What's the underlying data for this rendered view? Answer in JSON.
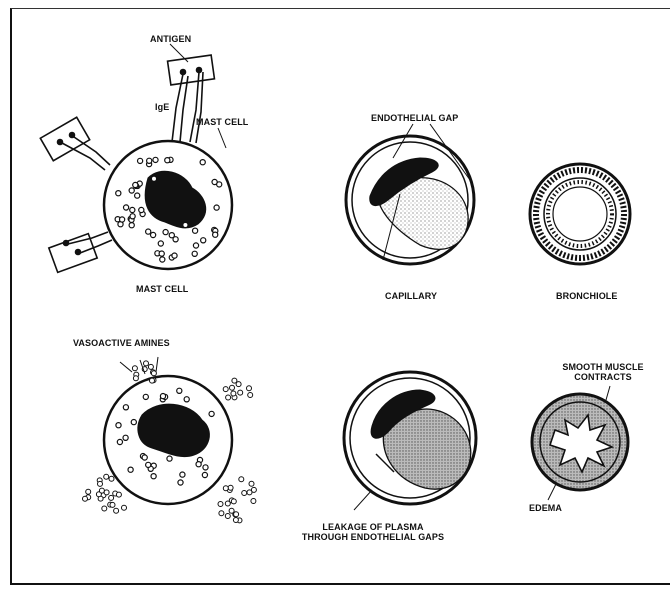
{
  "labels": {
    "antigen": "ANTIGEN",
    "ige": "IgE",
    "mast_cell_top": "MAST CELL",
    "mast_cell_caption": "MAST CELL",
    "endothelial_gap": "ENDOTHELIAL GAP",
    "capillary": "CAPILLARY",
    "bronchiole": "BRONCHIOLE",
    "vasoactive_amines": "VASOACTIVE AMINES",
    "smooth_muscle_line1": "SMOOTH MUSCLE",
    "smooth_muscle_line2": "CONTRACTS",
    "edema": "EDEMA",
    "leakage_line1": "LEAKAGE OF PLASMA",
    "leakage_line2": "THROUGH ENDOTHELIAL GAPS"
  },
  "colors": {
    "ink": "#111111",
    "plasma": "#bdbdbd",
    "edema": "#9a9a9a"
  }
}
